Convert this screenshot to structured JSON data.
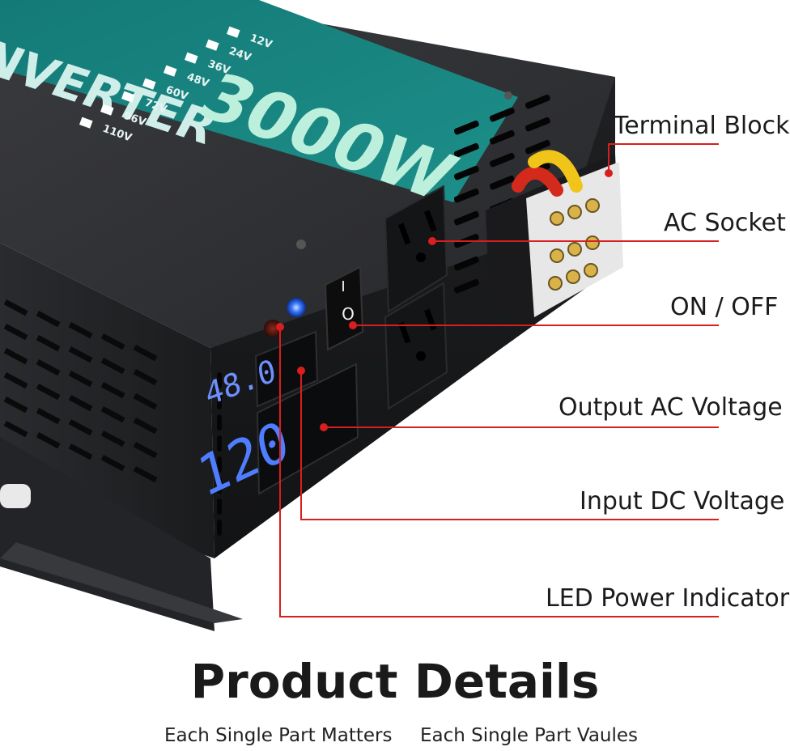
{
  "panel": {
    "brand_text": "NVERTER",
    "wattage": "3000W",
    "voltages": [
      "12V",
      "24V",
      "36V",
      "48V",
      "60V",
      "72V",
      "96V",
      "110V"
    ],
    "dc_display": "48.0",
    "ac_display": "120",
    "switch_on": "I",
    "switch_off": "O"
  },
  "callouts": {
    "terminal_block": "Terminal Block",
    "ac_socket": "AC Socket",
    "on_off": "ON / OFF",
    "output_ac": "Output AC Voltage",
    "input_dc": "Input DC Voltage",
    "led": "LED Power Indicator"
  },
  "footer": {
    "title": "Product Details",
    "tagline_1": "Each Single Part Matters",
    "tagline_2": "Each Single Part Vaules"
  },
  "colors": {
    "accent_line": "#d81e1e",
    "panel_teal": "#1d8a86",
    "body_dark": "#1b1c1e",
    "display_blue": "#4f7dff"
  }
}
